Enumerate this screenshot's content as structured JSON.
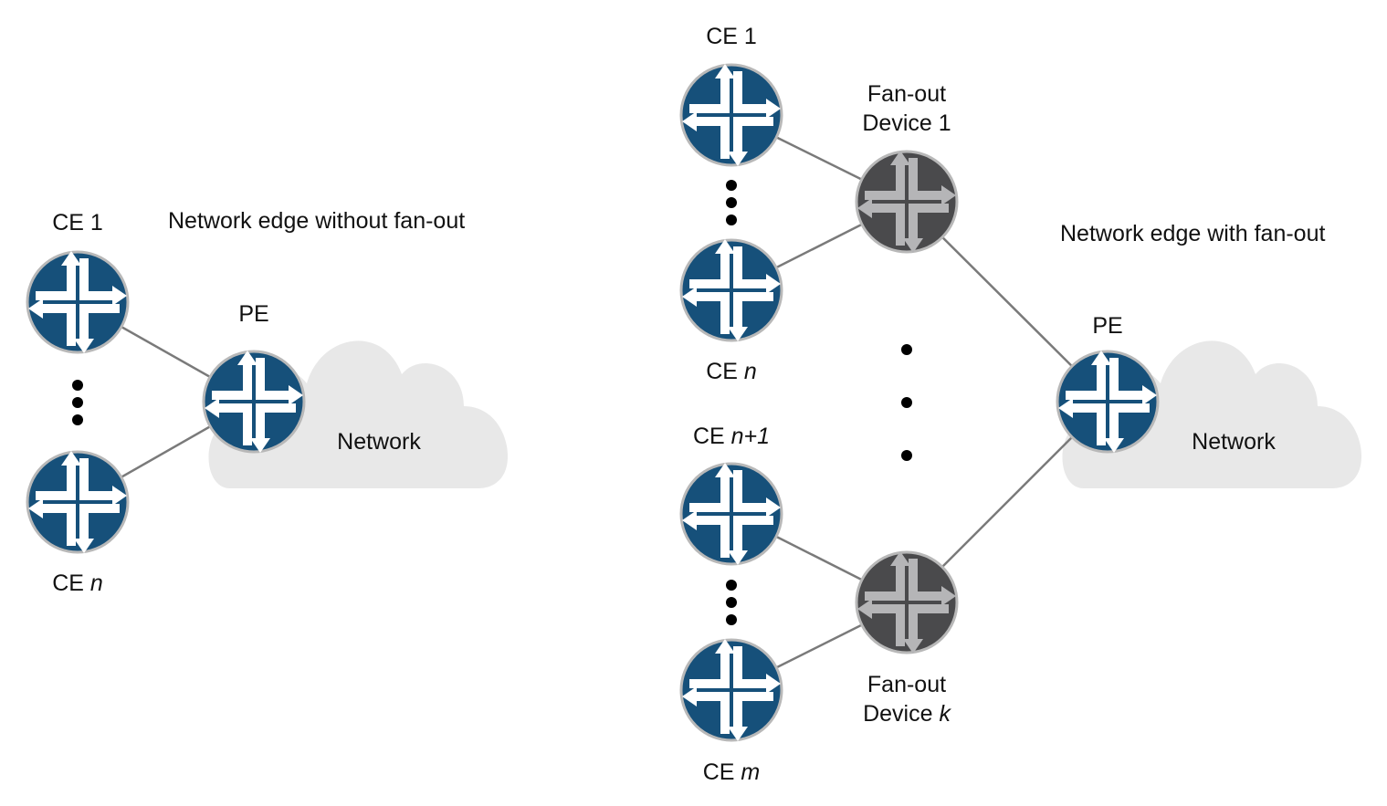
{
  "colors": {
    "router_blue": "#16507a",
    "fanout_gray": "#4a4a4c",
    "fanout_arrow": "#b5b5b7",
    "ring": "#b8b8b8",
    "link": "#7a7a7a",
    "cloud": "#e8e8e8"
  },
  "left": {
    "title": "Network edge without fan-out",
    "ce1": {
      "label": "CE ",
      "sub": "1"
    },
    "cen": {
      "label": "CE ",
      "sub": "n"
    },
    "pe": {
      "label": "PE"
    },
    "cloud": {
      "label": "Network"
    }
  },
  "right": {
    "title": "Network edge with fan-out",
    "ce1": {
      "label": "CE ",
      "sub": "1"
    },
    "cen": {
      "label": "CE ",
      "sub": "n"
    },
    "cen1": {
      "label": "CE ",
      "sub": "n+1"
    },
    "cem": {
      "label": "CE ",
      "sub": "m"
    },
    "fanout1": {
      "line1": "Fan-out",
      "line2": "Device ",
      "sub": "1"
    },
    "fanoutk": {
      "line1": "Fan-out",
      "line2": "Device ",
      "sub": "k"
    },
    "pe": {
      "label": "PE"
    },
    "cloud": {
      "label": "Network"
    }
  },
  "icons": {
    "router": "router-icon",
    "fanout": "fanout-device-icon",
    "cloud": "cloud-icon"
  }
}
